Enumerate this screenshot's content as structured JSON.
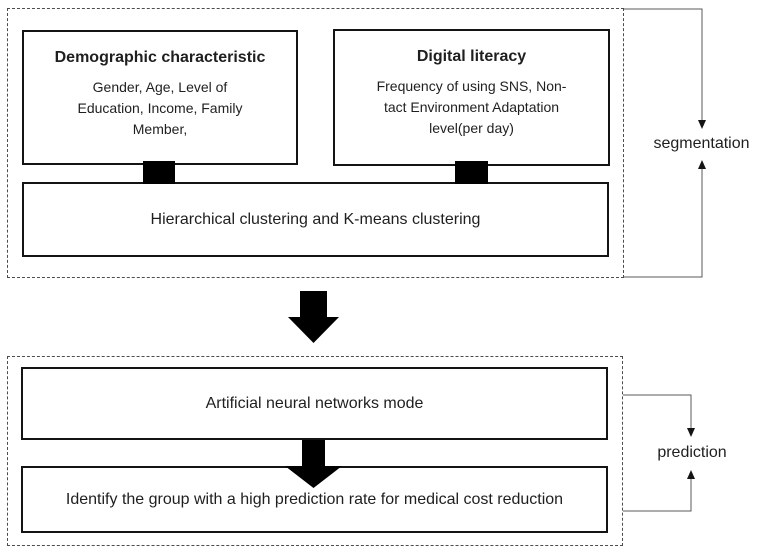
{
  "diagram": {
    "segmentation": {
      "label": "segmentation",
      "demographic": {
        "title": "Demographic characteristic",
        "body": "Gender, Age, Level of Education, Income, Family Member,"
      },
      "digital": {
        "title": "Digital literacy",
        "body": "Frequency of using SNS, Non-tact Environment Adaptation level(per day)"
      },
      "clustering": "Hierarchical clustering and K-means clustering"
    },
    "prediction": {
      "label": "prediction",
      "model": "Artificial neural networks mode",
      "result": "Identify the group with a high prediction rate for medical cost reduction"
    },
    "colors": {
      "box_border": "#141414",
      "dashed_border": "#4d4d4d",
      "arrow_fill": "#000000",
      "bracket_line": "#595959",
      "text": "#1f1f1f",
      "background": "#ffffff"
    }
  }
}
